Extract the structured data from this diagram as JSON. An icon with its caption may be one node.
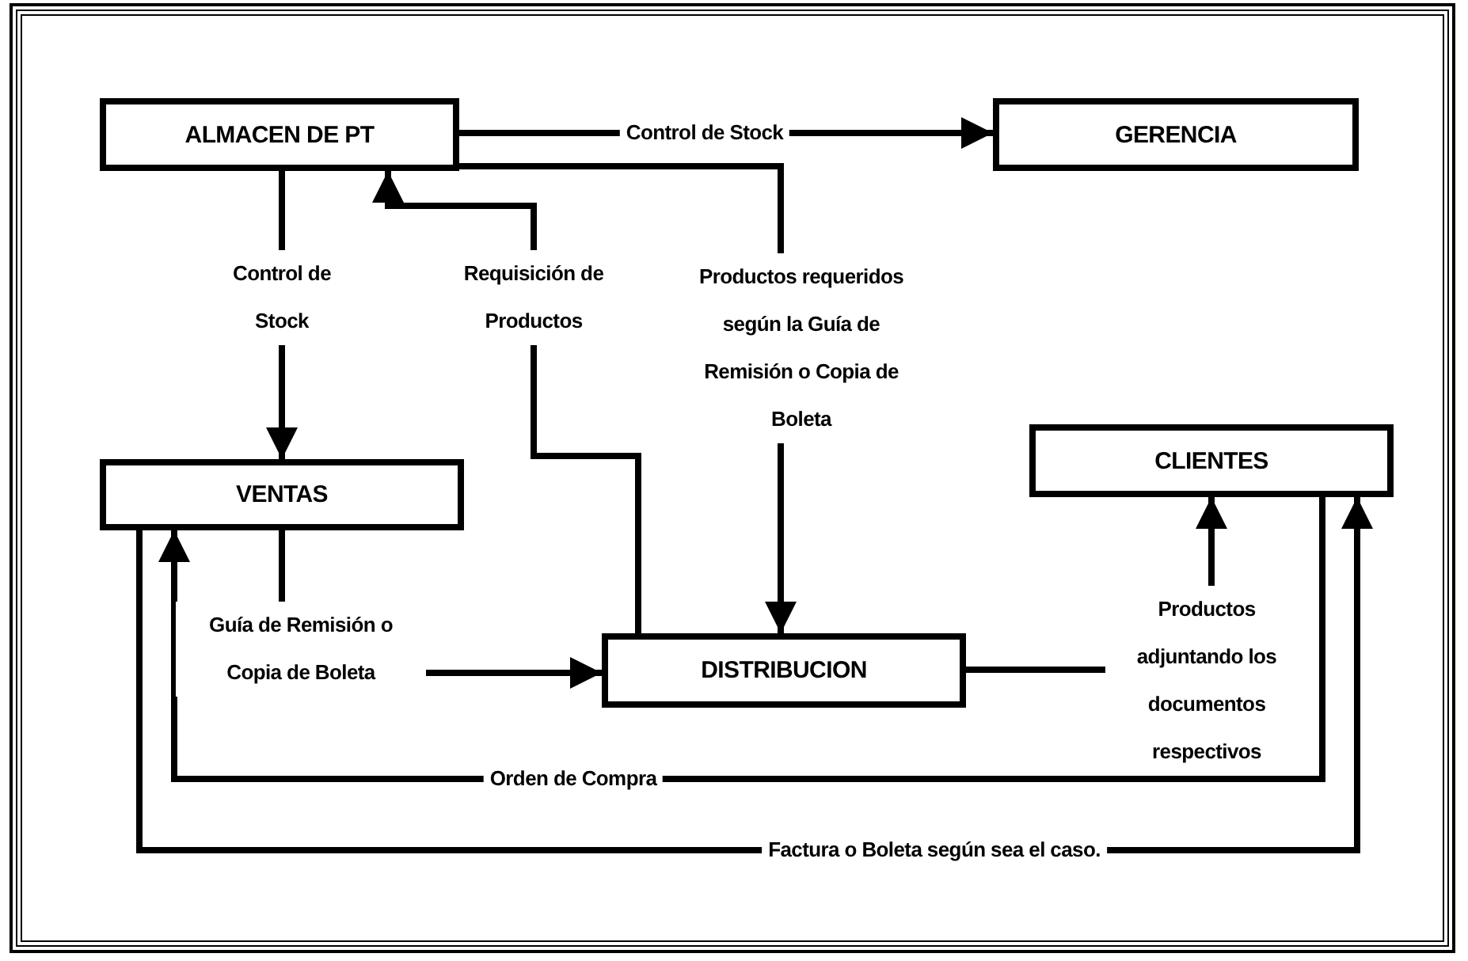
{
  "diagram": {
    "nodes": [
      {
        "text": [
          "ALMACEN DE PT"
        ]
      },
      {
        "text": [
          "GERENCIA"
        ]
      },
      {
        "text": [
          "VENTAS"
        ]
      },
      {
        "text": [
          "CLIENTES"
        ]
      },
      {
        "text": [
          "DISTRIBUCION"
        ]
      }
    ],
    "edges": [
      {
        "from": 0,
        "to": 1,
        "arrow": "to",
        "label": "Control de Stock"
      },
      {
        "from": 0,
        "to": 2,
        "arrow": "to",
        "label": "Control de Stock"
      },
      {
        "from": 4,
        "to": 0,
        "arrow": "to",
        "label": "Requisición de Productos"
      },
      {
        "from": 0,
        "to": 4,
        "arrow": "to",
        "label": "Productos requeridos según la Guía de Remisión o Copia de Boleta"
      },
      {
        "from": 2,
        "to": 4,
        "arrow": "to",
        "label": "Guía de Remisión o Copia de Boleta"
      },
      {
        "from": 4,
        "to": 3,
        "arrow": "to",
        "label": "Productos adjuntando los documentos respectivos"
      },
      {
        "from": 3,
        "to": 2,
        "arrow": "to",
        "label": "Orden de Compra"
      },
      {
        "from": 2,
        "to": 3,
        "arrow": "to",
        "label": "Factura o Boleta según sea el caso."
      }
    ]
  }
}
